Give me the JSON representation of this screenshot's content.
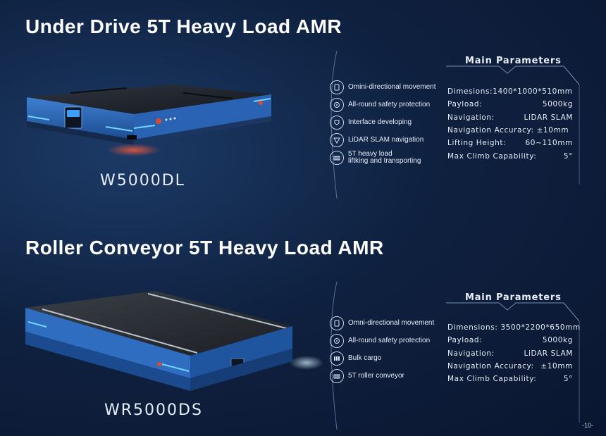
{
  "products": [
    {
      "title": "Under Drive 5T Heavy Load AMR",
      "model": "W5000DL",
      "features": [
        {
          "icon": "omnidirectional-icon",
          "label": "Omini-directional movement"
        },
        {
          "icon": "safety-icon",
          "label": "All-round safety protection"
        },
        {
          "icon": "interface-icon",
          "label": "Interface developing"
        },
        {
          "icon": "lidar-icon",
          "label": "LiDAR SLAM navigation"
        },
        {
          "icon": "load-icon",
          "label": "5T heavy load",
          "label2": "liftking and transporting"
        }
      ],
      "params_title": "Main Parameters",
      "params": [
        {
          "label": "Dimesions:1400*1000*510mm",
          "value": ""
        },
        {
          "label": "Payload:",
          "value": "5000kg"
        },
        {
          "label": "Navigation:",
          "value": "LiDAR SLAM"
        },
        {
          "label": "Navigation Accuracy: ±10mm",
          "value": ""
        },
        {
          "label": "Lifting Height:",
          "value": "60~110mm"
        },
        {
          "label": "Max Climb Capability:",
          "value": "5°"
        }
      ]
    },
    {
      "title": "Roller Conveyor 5T Heavy Load AMR",
      "model": "WR5000DS",
      "features": [
        {
          "icon": "omnidirectional-icon",
          "label": "Omni-directional movement"
        },
        {
          "icon": "safety-icon",
          "label": "All-round safety protection"
        },
        {
          "icon": "cargo-icon",
          "label": "Bulk cargo"
        },
        {
          "icon": "roller-icon",
          "label": "5T roller conveyor"
        }
      ],
      "params_title": "Main Parameters",
      "params": [
        {
          "label": "Dimensions: 3500*2200*650mm",
          "value": ""
        },
        {
          "label": "Payload:",
          "value": "5000kg"
        },
        {
          "label": "Navigation:",
          "value": "LiDAR SLAM"
        },
        {
          "label": "Navigation Accuracy:",
          "value": "±10mm"
        },
        {
          "label": "Max Climb Capability:",
          "value": "5°"
        }
      ]
    }
  ],
  "page_number": "-10-",
  "colors": {
    "accent": "#3b82d6",
    "cyan": "#4fd2ff",
    "warning": "#e04a2a"
  }
}
